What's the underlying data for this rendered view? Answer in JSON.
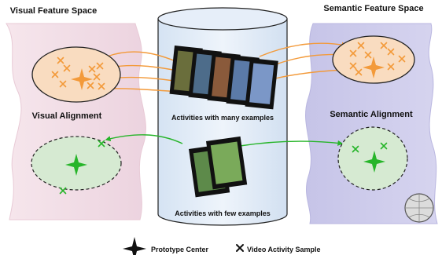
{
  "titles": {
    "visual_space": "Visual Feature Space",
    "semantic_space": "Semantic Feature Space",
    "visual_alignment": "Visual Alignment",
    "semantic_alignment": "Semantic Alignment",
    "many_examples": "Activities with many examples",
    "few_examples": "Activities with few examples"
  },
  "legend": {
    "prototype": "Prototype Center",
    "sample": "Video Activity Sample"
  },
  "colors": {
    "visual_panel": "#f3dfe7",
    "semantic_panel": "#cbc9ea",
    "cylinder": "#dfeaf6",
    "orange_ellipse": "#f9dcc0",
    "orange_marker": "#f39a3a",
    "green_ellipse": "#d6ead2",
    "green_marker": "#27b52a"
  },
  "icons": [
    "prototype-star-icon",
    "sample-cross-icon",
    "video-filmstrip-icon",
    "wikipedia-globe-icon"
  ]
}
